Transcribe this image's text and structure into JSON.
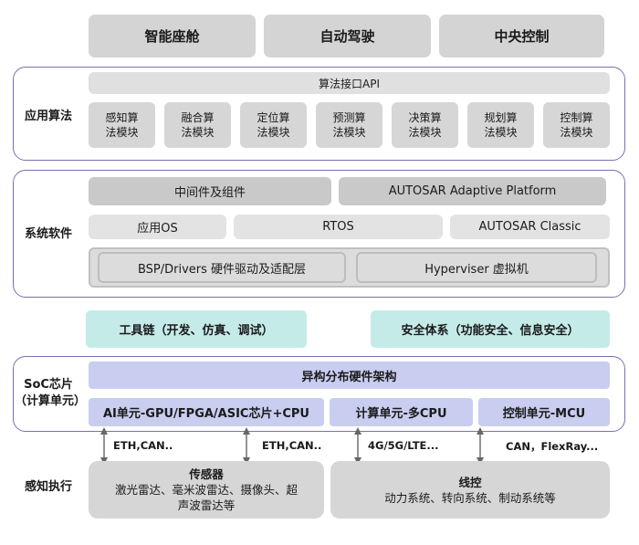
{
  "top": [
    "智能座舱",
    "自动驾驶",
    "中央控制"
  ],
  "algo": {
    "label": "应用算法",
    "api": "算法接口API",
    "modules": [
      [
        "感知算",
        "法模块"
      ],
      [
        "融合算",
        "法模块"
      ],
      [
        "定位算",
        "法模块"
      ],
      [
        "预测算",
        "法模块"
      ],
      [
        "决策算",
        "法模块"
      ],
      [
        "规划算",
        "法模块"
      ],
      [
        "控制算",
        "法模块"
      ]
    ]
  },
  "system": {
    "label": "系统软件",
    "middleware": "中间件及组件",
    "autosar_ap": "AUTOSAR Adaptive Platform",
    "app_os": "应用OS",
    "rtos": "RTOS",
    "autosar_classic": "AUTOSAR Classic",
    "bsp": "BSP/Drivers 硬件驱动及适配层",
    "hypervisor": "Hyperviser 虚拟机"
  },
  "toolchain": "工具链（开发、仿真、调试）",
  "safety": "安全体系（功能安全、信息安全）",
  "soc": {
    "label_line1": "SoC芯片",
    "label_line2": "（计算单元）",
    "hetero": "异构分布硬件架构",
    "ai_unit": "AI单元-GPU/FPGA/ASIC芯片+CPU",
    "compute_unit": "计算单元-多CPU",
    "control_unit": "控制单元-MCU"
  },
  "protocols": [
    "ETH,CAN..",
    "ETH,CAN..",
    "4G/5G/LTE...",
    "CAN，FlexRay..."
  ],
  "sense": {
    "label": "感知执行",
    "sensor_title": "传感器",
    "sensor_desc_line1": "激光雷达、毫米波雷达、摄像头、超",
    "sensor_desc_line2": "声波雷达等",
    "actuator_title": "线控",
    "actuator_desc": "动力系统、转向系统、制动系统等"
  }
}
